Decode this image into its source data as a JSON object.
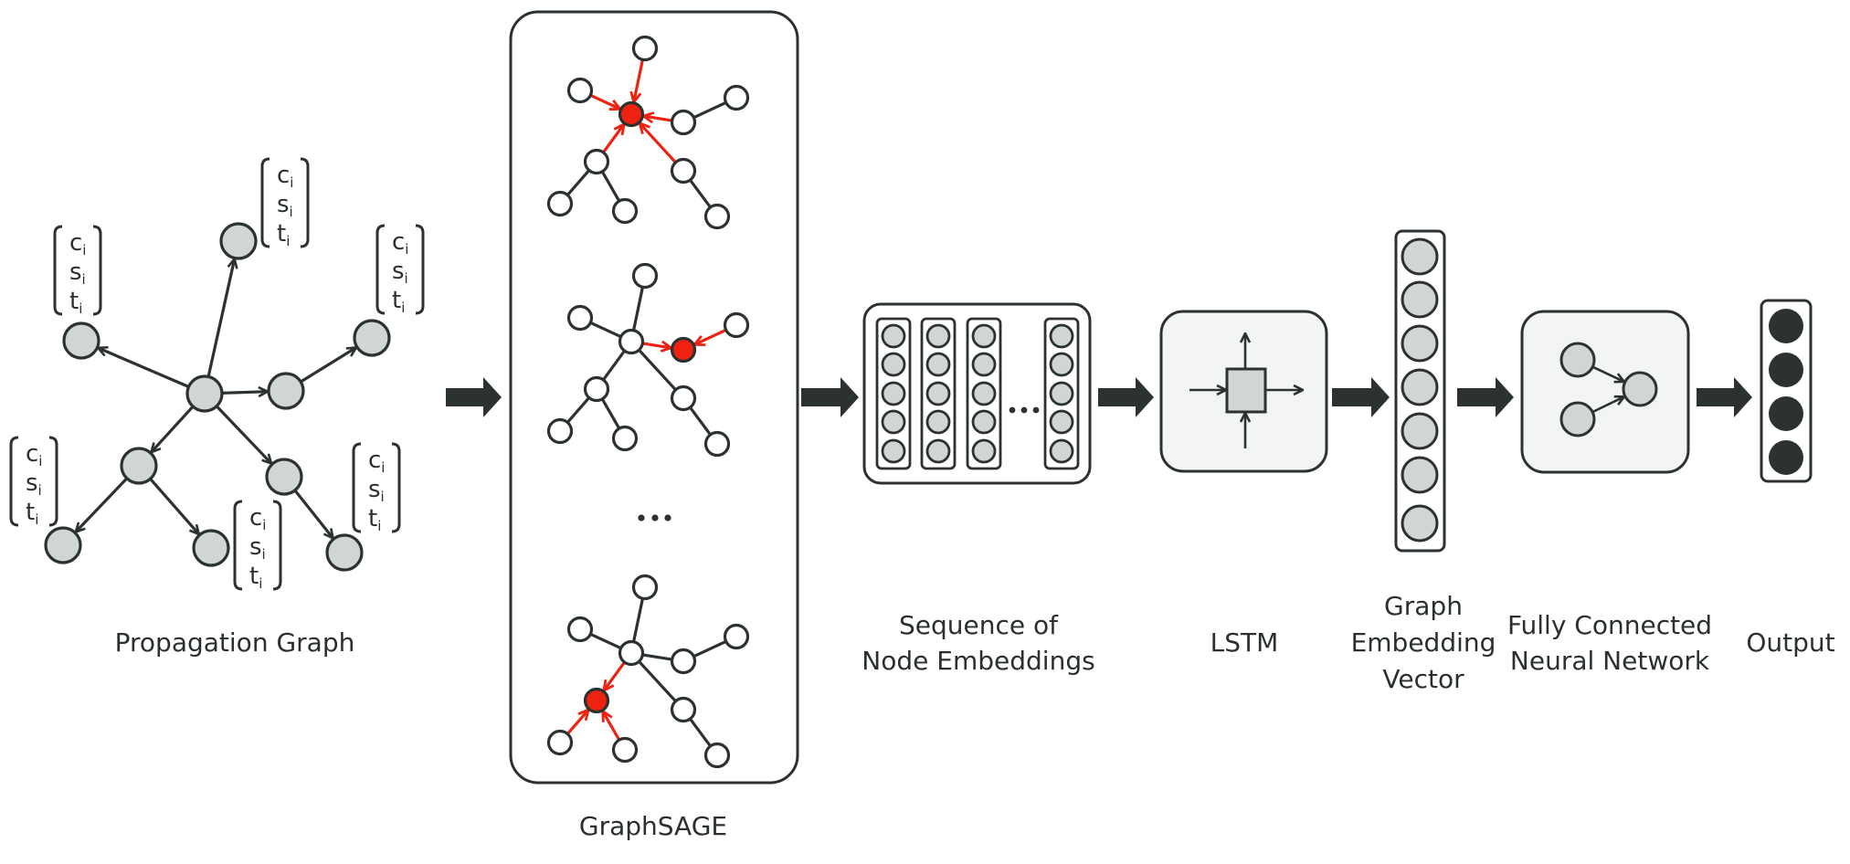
{
  "diagram": {
    "colors": {
      "stroke": "#2b3230",
      "node_fill": "#cfd6d3",
      "node_white": "#ffffff",
      "highlight": "#ee2211",
      "panel_fill": "#f3f4f4",
      "output_fill": "#2b3230",
      "text": "#2a302f"
    },
    "stages": [
      {
        "id": "propagation-graph",
        "label_lines": [
          "Propagation Graph"
        ]
      },
      {
        "id": "graphsage",
        "label_lines": [
          "GraphSAGE"
        ]
      },
      {
        "id": "node-embeddings",
        "label_lines": [
          "Sequence of",
          "Node Embeddings"
        ]
      },
      {
        "id": "lstm",
        "label_lines": [
          "LSTM"
        ]
      },
      {
        "id": "graph-embedding-vector",
        "label_lines": [
          "Graph",
          "Embedding",
          "Vector"
        ]
      },
      {
        "id": "fully-connected",
        "label_lines": [
          "Fully Connected",
          "Neural Network"
        ]
      },
      {
        "id": "output",
        "label_lines": [
          "Output"
        ]
      }
    ],
    "node_feature_vector": [
      {
        "symbol": "c",
        "subscript": "i"
      },
      {
        "symbol": "s",
        "subscript": "i"
      },
      {
        "symbol": "t",
        "subscript": "i"
      }
    ],
    "propagation_graph": {
      "node_count": 10,
      "annotated_nodes": 6
    },
    "graphsage": {
      "panels_shown": 3,
      "ellipsis": "..."
    },
    "node_embeddings": {
      "columns_shown": 4,
      "units_per_column": 5,
      "ellipsis": "..."
    },
    "graph_embedding_units": 7,
    "fc_network": {
      "inputs": 2,
      "outputs": 1
    },
    "output_units": 4
  }
}
